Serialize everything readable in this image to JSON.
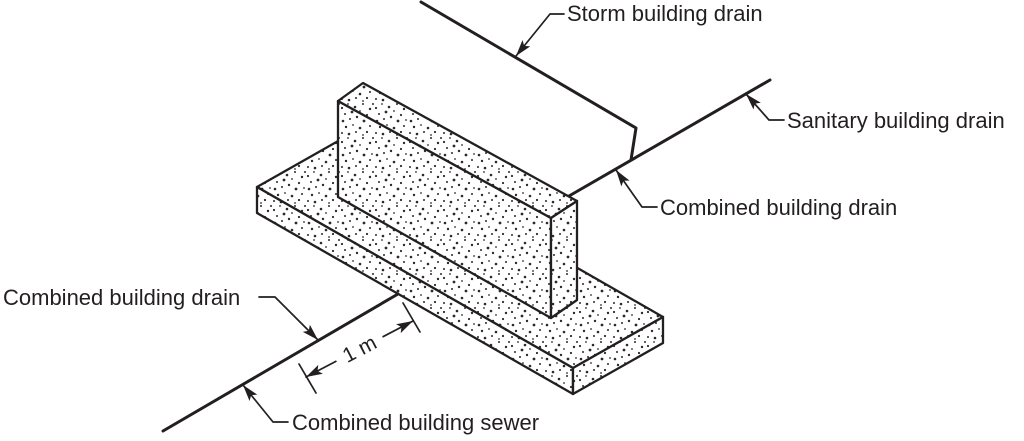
{
  "diagram": {
    "background_color": "#ffffff",
    "ink_color": "#231f20",
    "labels": {
      "storm_drain": "Storm building drain",
      "sanitary_drain": "Sanitary building drain",
      "combined_drain_upper": "Combined building drain",
      "combined_drain_lower": "Combined building drain",
      "combined_sewer": "Combined building sewer"
    },
    "dimension": {
      "value": "1 m"
    }
  }
}
